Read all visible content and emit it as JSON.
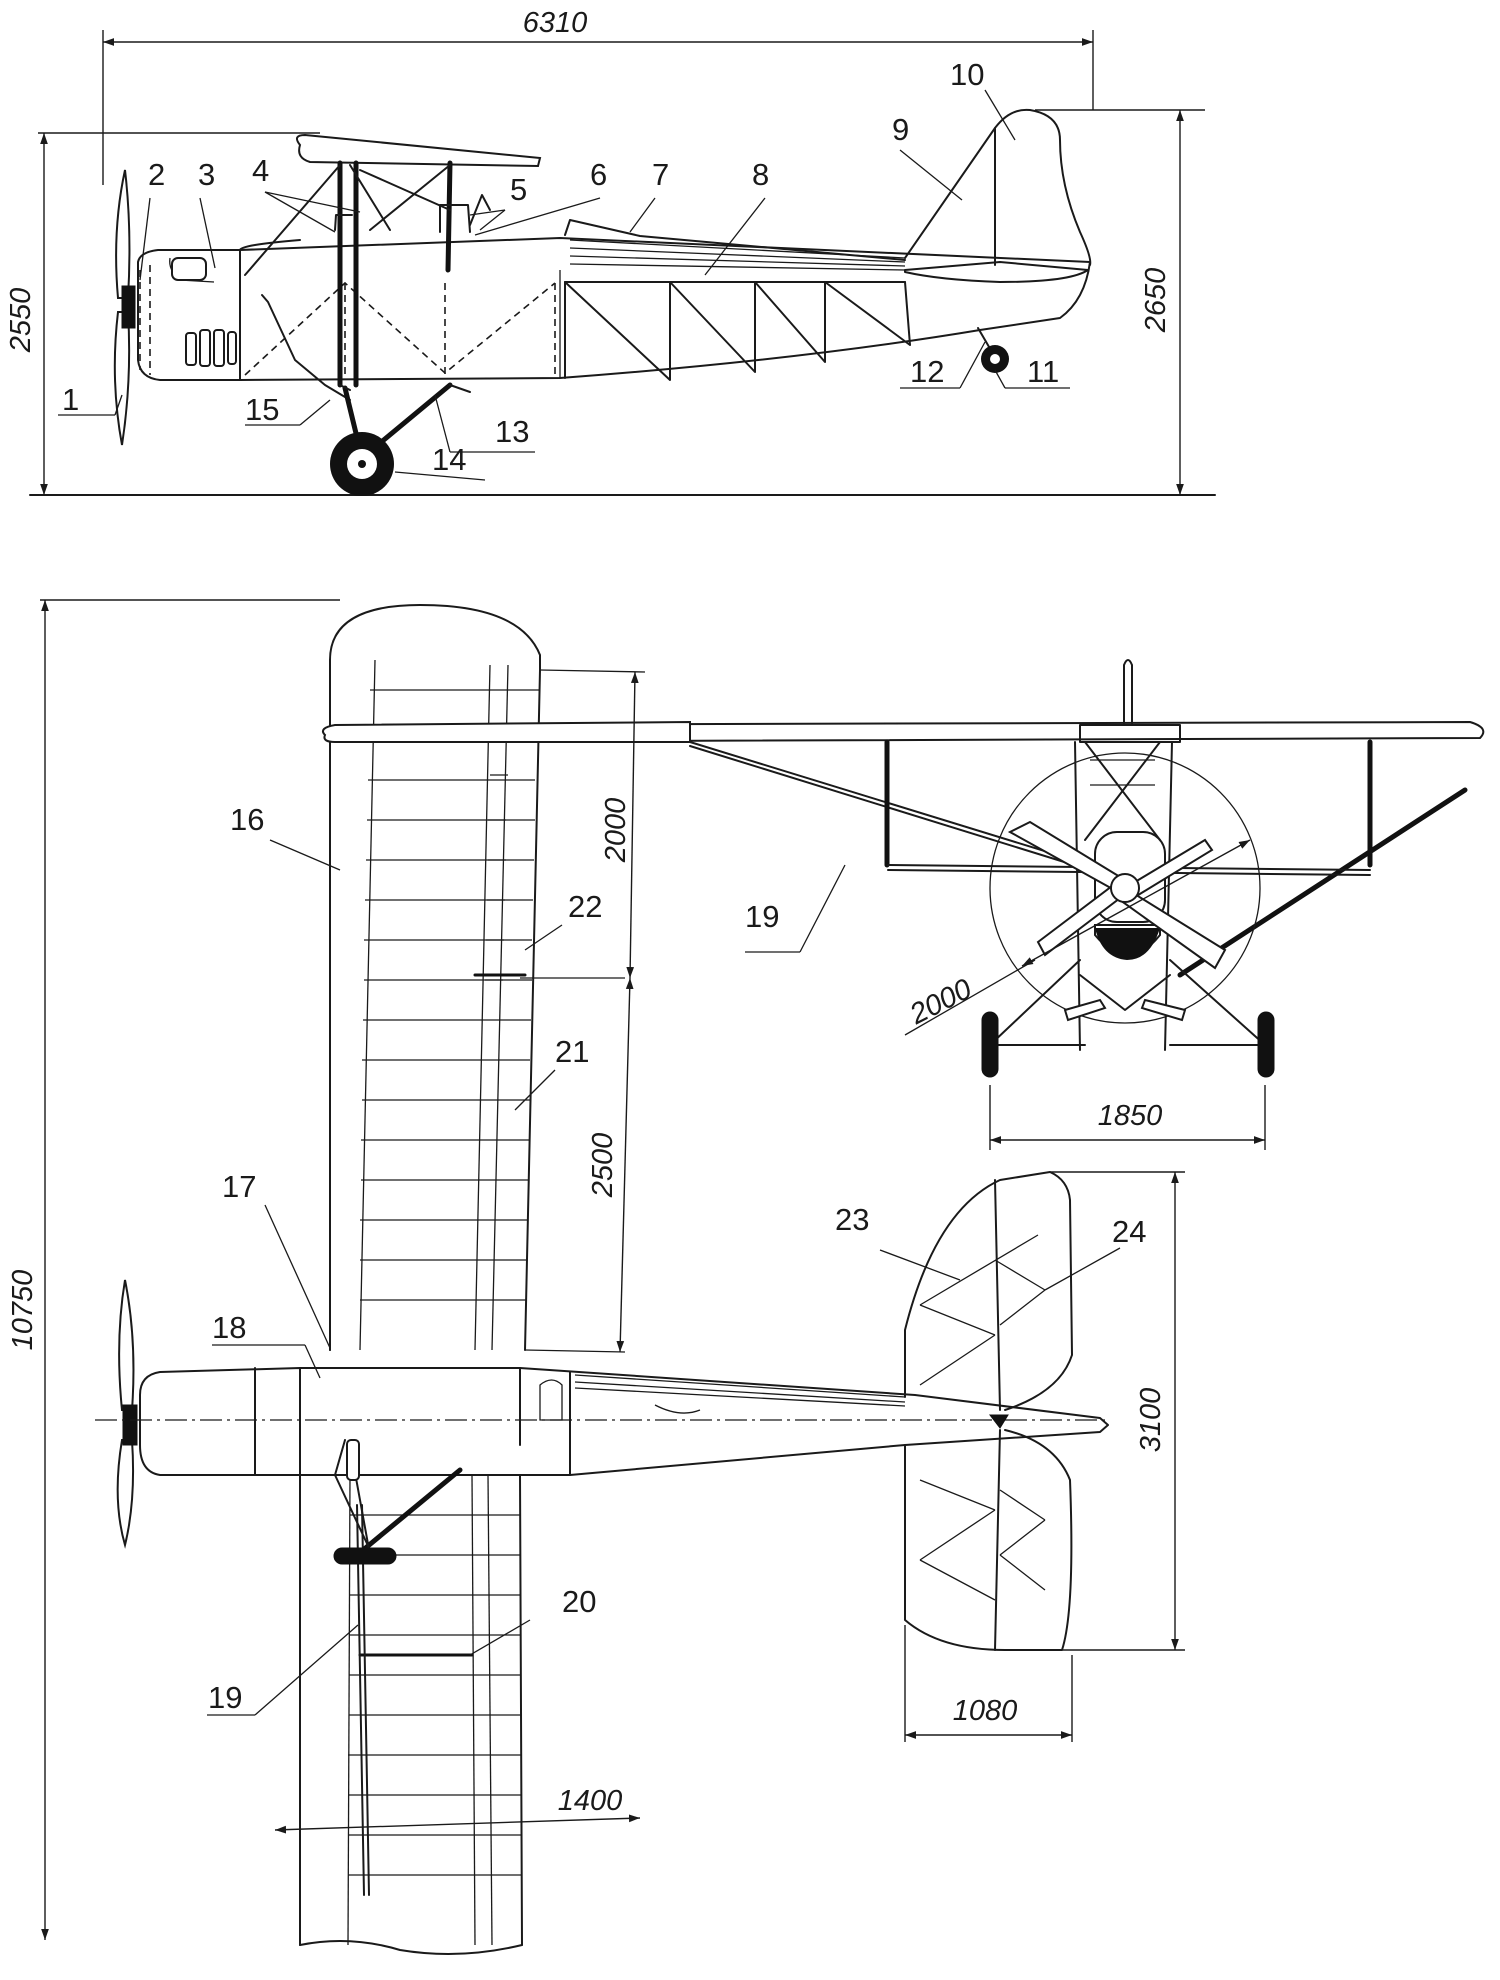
{
  "side_view": {
    "dimensions": {
      "length": "6310",
      "height_front": "2550",
      "height_tail": "2650"
    },
    "callouts": [
      "1",
      "2",
      "3",
      "4",
      "5",
      "6",
      "7",
      "8",
      "9",
      "10",
      "11",
      "12",
      "13",
      "14",
      "15"
    ]
  },
  "front_view": {
    "dimensions": {
      "prop_diameter": "2000",
      "track": "1850"
    },
    "callouts": [
      "19"
    ]
  },
  "plan_view": {
    "dimensions": {
      "span": "10750",
      "aileron_outer": "2000",
      "aileron_inner": "2500",
      "stab_span": "3100",
      "stab_chord": "1080",
      "wing_chord": "1400"
    },
    "callouts": [
      "16",
      "17",
      "18",
      "19",
      "20",
      "21",
      "22",
      "23",
      "24"
    ]
  }
}
